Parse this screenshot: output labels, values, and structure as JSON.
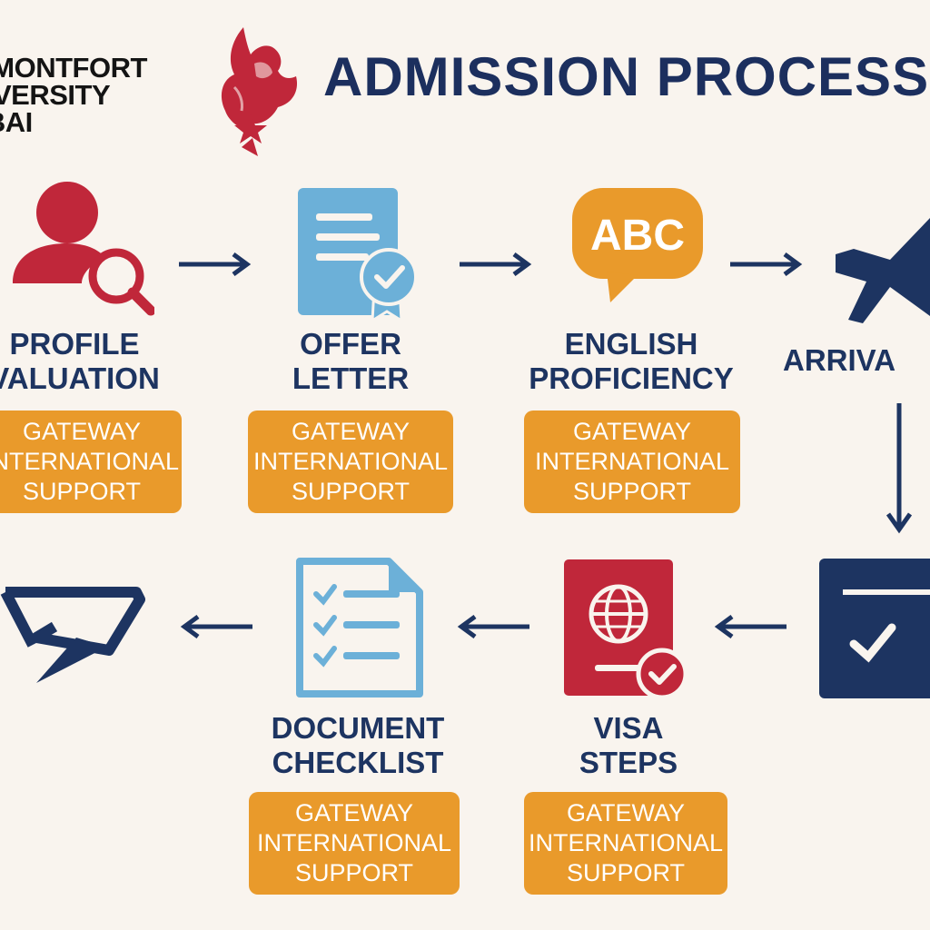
{
  "header": {
    "logo_text": "E MONTFORT\nNIVERSITY\nUBAI",
    "title": "ADMISSION PROCESS"
  },
  "colors": {
    "background": "#f9f4ee",
    "navy": "#1d3461",
    "red": "#c0273a",
    "blue": "#6cb0d8",
    "orange": "#e99a2b"
  },
  "steps": [
    {
      "label": "PROFILE\nVALUATION",
      "support": "GATEWAY\nINTERNATIONAL\nSUPPORT",
      "icon": "profile-search-icon"
    },
    {
      "label": "OFFER\nLETTER",
      "support": "GATEWAY\nINTERNATIONAL\nSUPPORT",
      "icon": "offer-letter-icon"
    },
    {
      "label": "ENGLISH\nPROFICIENCY",
      "support": "GATEWAY\nINTERNATIONAL\nSUPPORT",
      "icon": "speech-bubble-abc-icon",
      "icon_text": "ABC"
    },
    {
      "label": "ARRIVA",
      "icon": "airplane-icon"
    },
    {
      "label": "VISA\nSTEPS",
      "support": "GATEWAY\nINTERNATIONAL\nSUPPORT",
      "icon": "passport-icon"
    },
    {
      "label": "DOCUMENT\nCHECKLIST",
      "support": "GATEWAY\nINTERNATIONAL\nSUPPORT",
      "icon": "checklist-icon"
    }
  ],
  "extra_icons": [
    "calendar-check-icon",
    "plane-ticket-icon",
    "lion-crest-icon"
  ]
}
